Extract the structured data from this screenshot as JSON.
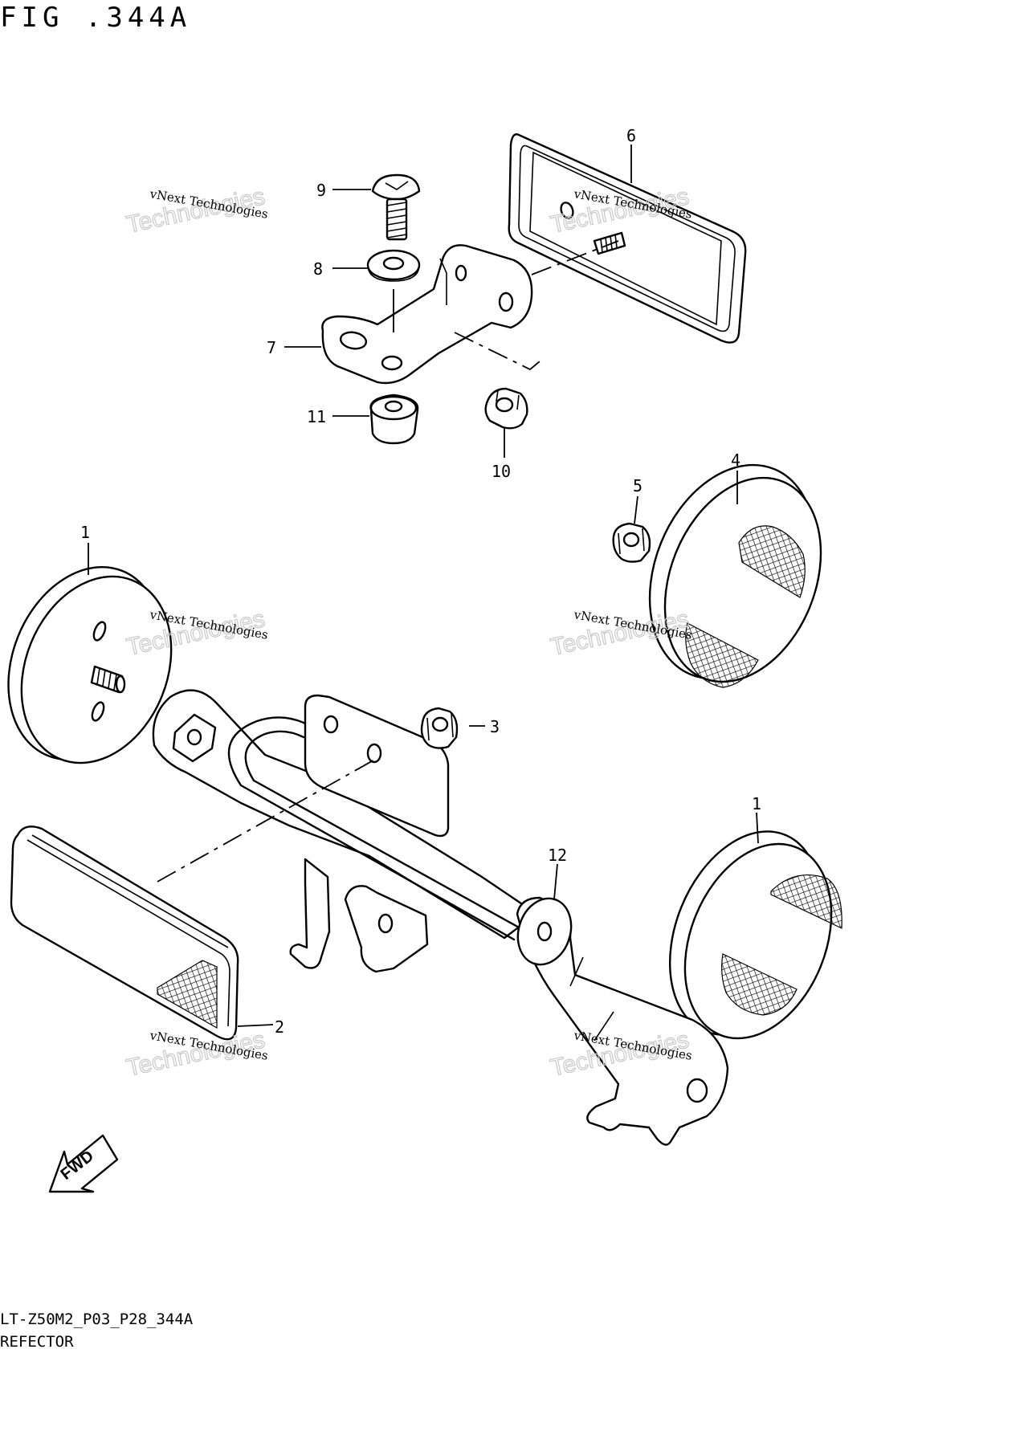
{
  "title": "FIG .344A",
  "footer": {
    "code": "LT-Z50M2_P03_P28_344A",
    "name": "REFECTOR"
  },
  "watermark": {
    "line1": "vNext Technologies",
    "line2": "vNext Technologies"
  },
  "fwd_label": "FWD",
  "callouts": [
    "1",
    "1",
    "2",
    "3",
    "4",
    "5",
    "6",
    "7",
    "8",
    "9",
    "10",
    "11",
    "12"
  ]
}
